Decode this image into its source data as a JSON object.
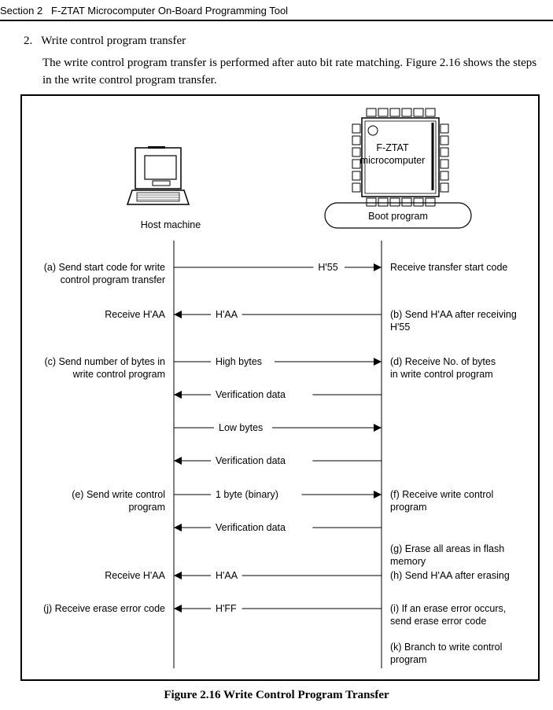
{
  "header": {
    "section": "Section 2",
    "title": "F-ZTAT Microcomputer On-Board Programming Tool"
  },
  "step": {
    "number": "2.",
    "title": "Write control program transfer",
    "body": "The write control program transfer is performed after auto bit rate matching. Figure 2.16 shows the steps in the write control program transfer."
  },
  "figure": {
    "caption": "Figure 2.16   Write Control Program Transfer",
    "host_label": "Host machine",
    "chip_label_1": "F-ZTAT",
    "chip_label_2": "microcomputer",
    "boot_label": "Boot program",
    "steps": [
      {
        "left": [
          "(a) Send start code for write",
          "     control program transfer"
        ],
        "msg": "H'55",
        "dir": "right",
        "right": [
          "Receive transfer start code"
        ]
      },
      {
        "left": [
          "Receive H'AA"
        ],
        "msg": "H'AA",
        "dir": "left",
        "right": [
          "(b) Send H'AA after receiving",
          "     H'55"
        ]
      },
      {
        "left": [
          "(c) Send number of bytes in",
          "     write control program"
        ],
        "msg": "High bytes",
        "dir": "right",
        "right": [
          "(d) Receive No. of bytes",
          "     in write control program"
        ]
      },
      {
        "left": [],
        "msg": "Verification data",
        "dir": "left",
        "right": []
      },
      {
        "left": [],
        "msg": "Low bytes",
        "dir": "right",
        "right": []
      },
      {
        "left": [],
        "msg": "Verification data",
        "dir": "left",
        "right": []
      },
      {
        "left": [
          "(e) Send write control",
          "     program"
        ],
        "msg": "1 byte (binary)",
        "dir": "right",
        "right": [
          "(f)  Receive write control",
          "      program"
        ]
      },
      {
        "left": [],
        "msg": "Verification data",
        "dir": "left",
        "right": []
      },
      {
        "left": [],
        "msg": "",
        "dir": "none",
        "right": [
          "(g) Erase all areas in flash",
          "     memory"
        ]
      },
      {
        "left": [
          "Receive H'AA"
        ],
        "msg": "H'AA",
        "dir": "left",
        "right": [
          "(h) Send H'AA after erasing"
        ]
      },
      {
        "left": [
          "(j) Receive erase error code"
        ],
        "msg": "H'FF",
        "dir": "left",
        "right": [
          "(i)  If an erase error occurs,",
          "      send erase error code"
        ]
      },
      {
        "left": [],
        "msg": "",
        "dir": "none",
        "right": [
          "(k) Branch to write control",
          "     program"
        ]
      }
    ]
  }
}
